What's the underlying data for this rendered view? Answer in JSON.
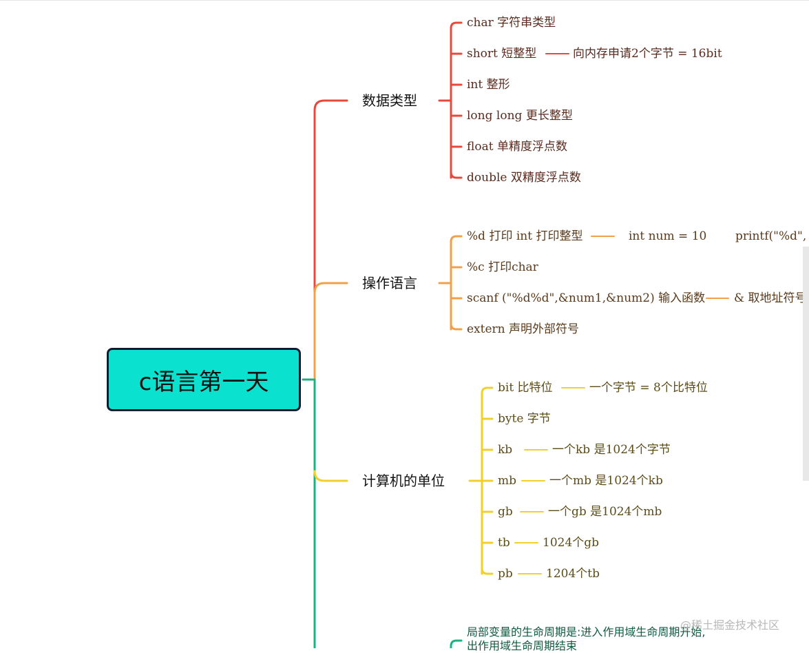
{
  "mindmap": {
    "root": "c语言第一天",
    "colors": {
      "red": "#e8473b",
      "orange": "#f0a04b",
      "yellow": "#f2d02a",
      "green": "#16b37f",
      "root_fill": "#0ae2cf",
      "root_border": "#111832"
    },
    "branches": {
      "data_types": {
        "title": "数据类型",
        "items": {
          "char": "char  字符串类型",
          "short": "short  短整型",
          "short_note": "向内存申请2个字节 = 16bit",
          "int": "int  整形",
          "longlong": "long long 更长整型",
          "float": "float 单精度浮点数",
          "double": "double 双精度浮点数"
        }
      },
      "operations": {
        "title": "操作语言",
        "items": {
          "pd": "%d 打印 int  打印整型",
          "pd_note1": "int num = 10",
          "pd_note2": "printf(\"%d\",",
          "pc": "%c 打印char",
          "scanf": "scanf (\"%d%d\",&num1,&num2)  输入函数",
          "scanf_note": "& 取地址符号",
          "extern": "extern 声明外部符号"
        }
      },
      "units": {
        "title": "计算机的单位",
        "items": {
          "bit": "bit  比特位",
          "bit_note": "一个字节 = 8个比特位",
          "byte": "byte 字节",
          "kb": "kb",
          "kb_note": "一个kb 是1024个字节",
          "mb": "mb",
          "mb_note": "一个mb 是1024个kb",
          "gb": "gb",
          "gb_note": "一个gb 是1024个mb",
          "tb": "tb",
          "tb_note": "1024个gb",
          "pb": "pb",
          "pb_note": "1204个tb"
        }
      },
      "variables": {
        "text": "局部变量的生命周期是:进入作用域生命周期开始,出作用域生命周期结束"
      }
    },
    "watermark": "@稀土掘金技术社区"
  }
}
